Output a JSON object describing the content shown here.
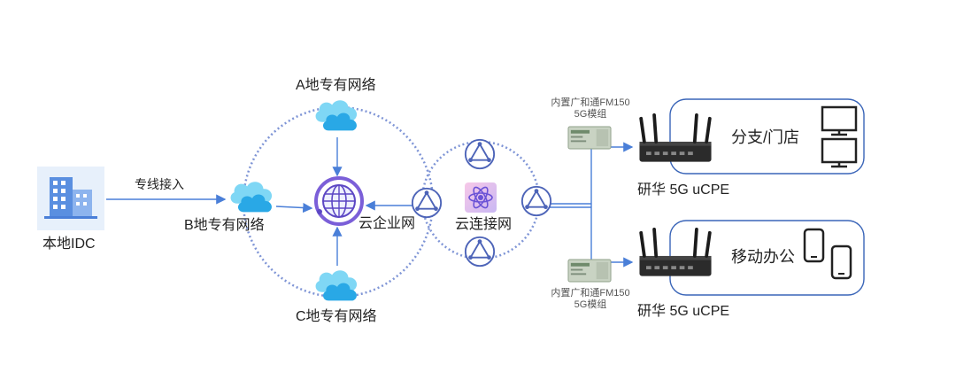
{
  "labels": {
    "local_idc": "本地IDC",
    "dedicated_line": "专线接入",
    "net_a": "A地专有网络",
    "net_b": "B地专有网络",
    "net_c": "C地专有网络",
    "cloud_enterprise_net": "云企业网",
    "cloud_connect_net": "云连接网",
    "module_top_line1": "内置广和通FM150",
    "module_top_line2": "5G模组",
    "module_bottom_line1": "内置广和通FM150",
    "module_bottom_line2": "5G模组",
    "cpe_top": "研华 5G uCPE",
    "cpe_bottom": "研华 5G uCPE",
    "branch_store": "分支/门店",
    "mobile_office": "移动办公"
  },
  "colors": {
    "dotted_ring": "#7f95d6",
    "connector_line": "#4a7fd8",
    "globe_ring": "#7b5fd8",
    "cloud_light": "#7fd7f5",
    "cloud_dark": "#29a8e6",
    "box_border": "#3a65b8",
    "node_circle": "#4d64b8"
  },
  "icons": {
    "building": "building-icon",
    "cloud": "cloud-icon",
    "globe": "globe-icon",
    "triangle_node": "triangle-node-icon",
    "atom": "atom-icon",
    "router": "router-icon",
    "module": "module-card-icon",
    "monitor": "monitor-icon",
    "phone": "phone-icon"
  }
}
